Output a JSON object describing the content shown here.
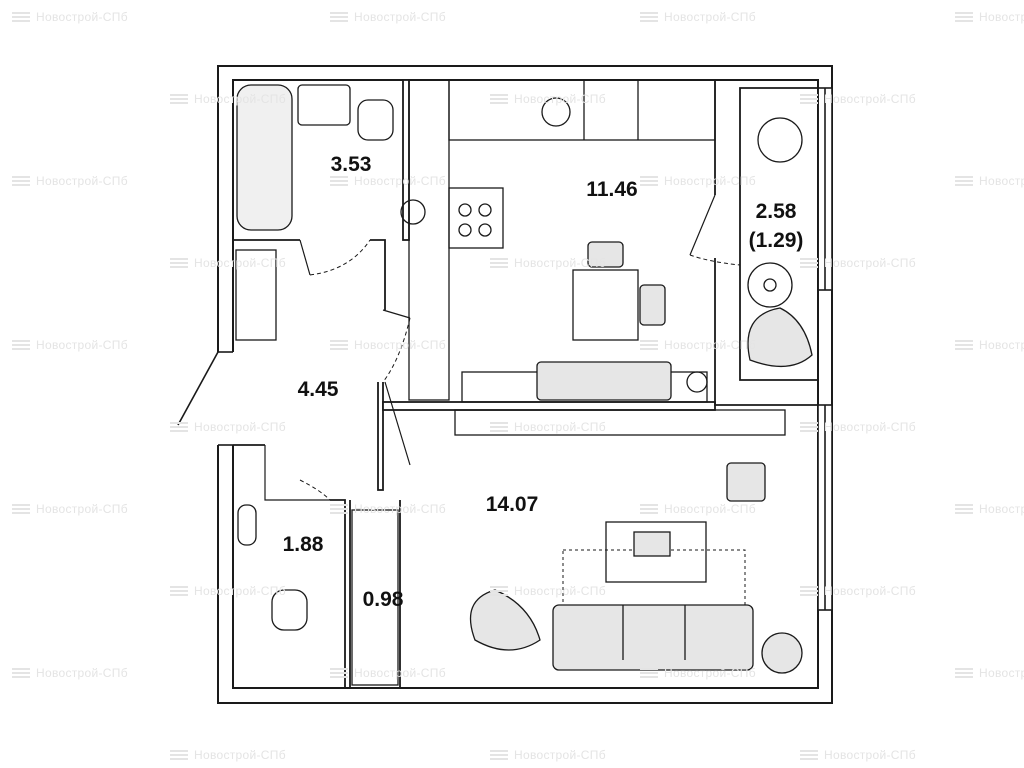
{
  "watermark": "Новострой-СПб",
  "rooms": [
    {
      "id": "bathroom",
      "area": "3.53"
    },
    {
      "id": "kitchen",
      "area": "11.46"
    },
    {
      "id": "balcony",
      "area": "2.58",
      "reduced_area": "(1.29)"
    },
    {
      "id": "hallway",
      "area": "4.45"
    },
    {
      "id": "living-room",
      "area": "14.07"
    },
    {
      "id": "toilet",
      "area": "1.88"
    },
    {
      "id": "closet",
      "area": "0.98"
    }
  ],
  "colors": {
    "wall": "#1a1a1a",
    "furniture_fill": "#e6e6e6",
    "watermark": "#ececec"
  }
}
